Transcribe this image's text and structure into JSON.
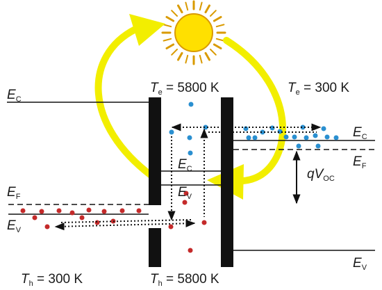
{
  "colors": {
    "sun": "#ffe600",
    "sun_outline": "#c89000",
    "arrow": "#f2ee00",
    "electron": "#2a8fd0",
    "hole": "#c42a2a",
    "line": "#111111"
  },
  "icons": {
    "sun": "sun-icon"
  },
  "labels": {
    "ec_left": {
      "main": "E",
      "sub": "C"
    },
    "ef_left": {
      "main": "E",
      "sub": "F"
    },
    "ev_left": {
      "main": "E",
      "sub": "V"
    },
    "ec_center": {
      "main": "E",
      "sub": "C"
    },
    "ev_center": {
      "main": "E",
      "sub": "V"
    },
    "ec_right": {
      "main": "E",
      "sub": "C"
    },
    "ef_right": {
      "main": "E",
      "sub": "F"
    },
    "ev_right": {
      "main": "E",
      "sub": "V"
    },
    "te_hot": {
      "main": "T",
      "sub": "e",
      "rest": " = 5800 K"
    },
    "te_cold": {
      "main": "T",
      "sub": "e",
      "rest": " = 300 K"
    },
    "th_cold": {
      "main": "T",
      "sub": "h",
      "rest": " = 300 K"
    },
    "th_hot": {
      "main": "T",
      "sub": "h",
      "rest": " = 5800 K"
    },
    "qvoc": {
      "q": "q",
      "v": "V",
      "sub": "OC"
    }
  }
}
